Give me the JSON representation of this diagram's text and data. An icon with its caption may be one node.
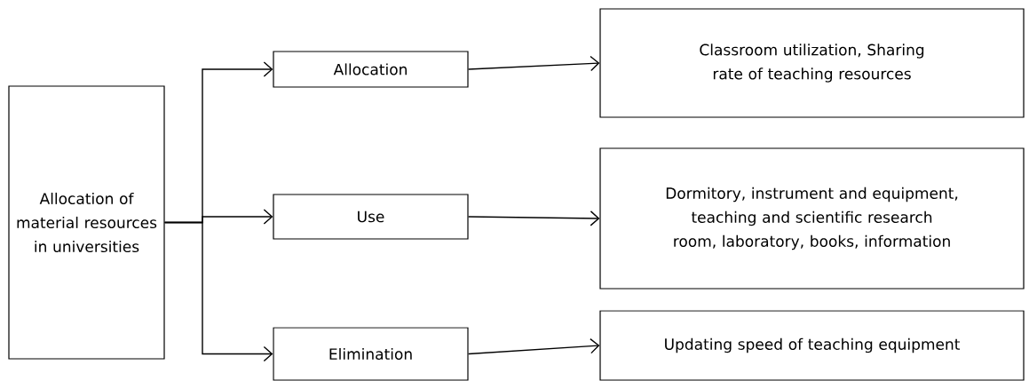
{
  "diagram": {
    "nodes": [
      {
        "text": [
          "Allocation of material resources in universities"
        ]
      },
      {
        "text": [
          "Allocation"
        ]
      },
      {
        "text": [
          "Classroom utilization, Sharing rate of teaching resources"
        ]
      },
      {
        "text": [
          "Use"
        ]
      },
      {
        "text": [
          "Dormitory, instrument and equipment, teaching and scientific research room, laboratory, books, information"
        ]
      },
      {
        "text": [
          "Elimination"
        ]
      },
      {
        "text": [
          "Updating speed of teaching equipment"
        ]
      }
    ],
    "edges": [
      {
        "from": 0,
        "to": 1,
        "arrow": "to"
      },
      {
        "from": 0,
        "to": 3,
        "arrow": "to"
      },
      {
        "from": 0,
        "to": 5,
        "arrow": "to"
      },
      {
        "from": 1,
        "to": 2,
        "arrow": "to"
      },
      {
        "from": 3,
        "to": 4,
        "arrow": "to"
      },
      {
        "from": 5,
        "to": 6,
        "arrow": "to"
      }
    ]
  }
}
